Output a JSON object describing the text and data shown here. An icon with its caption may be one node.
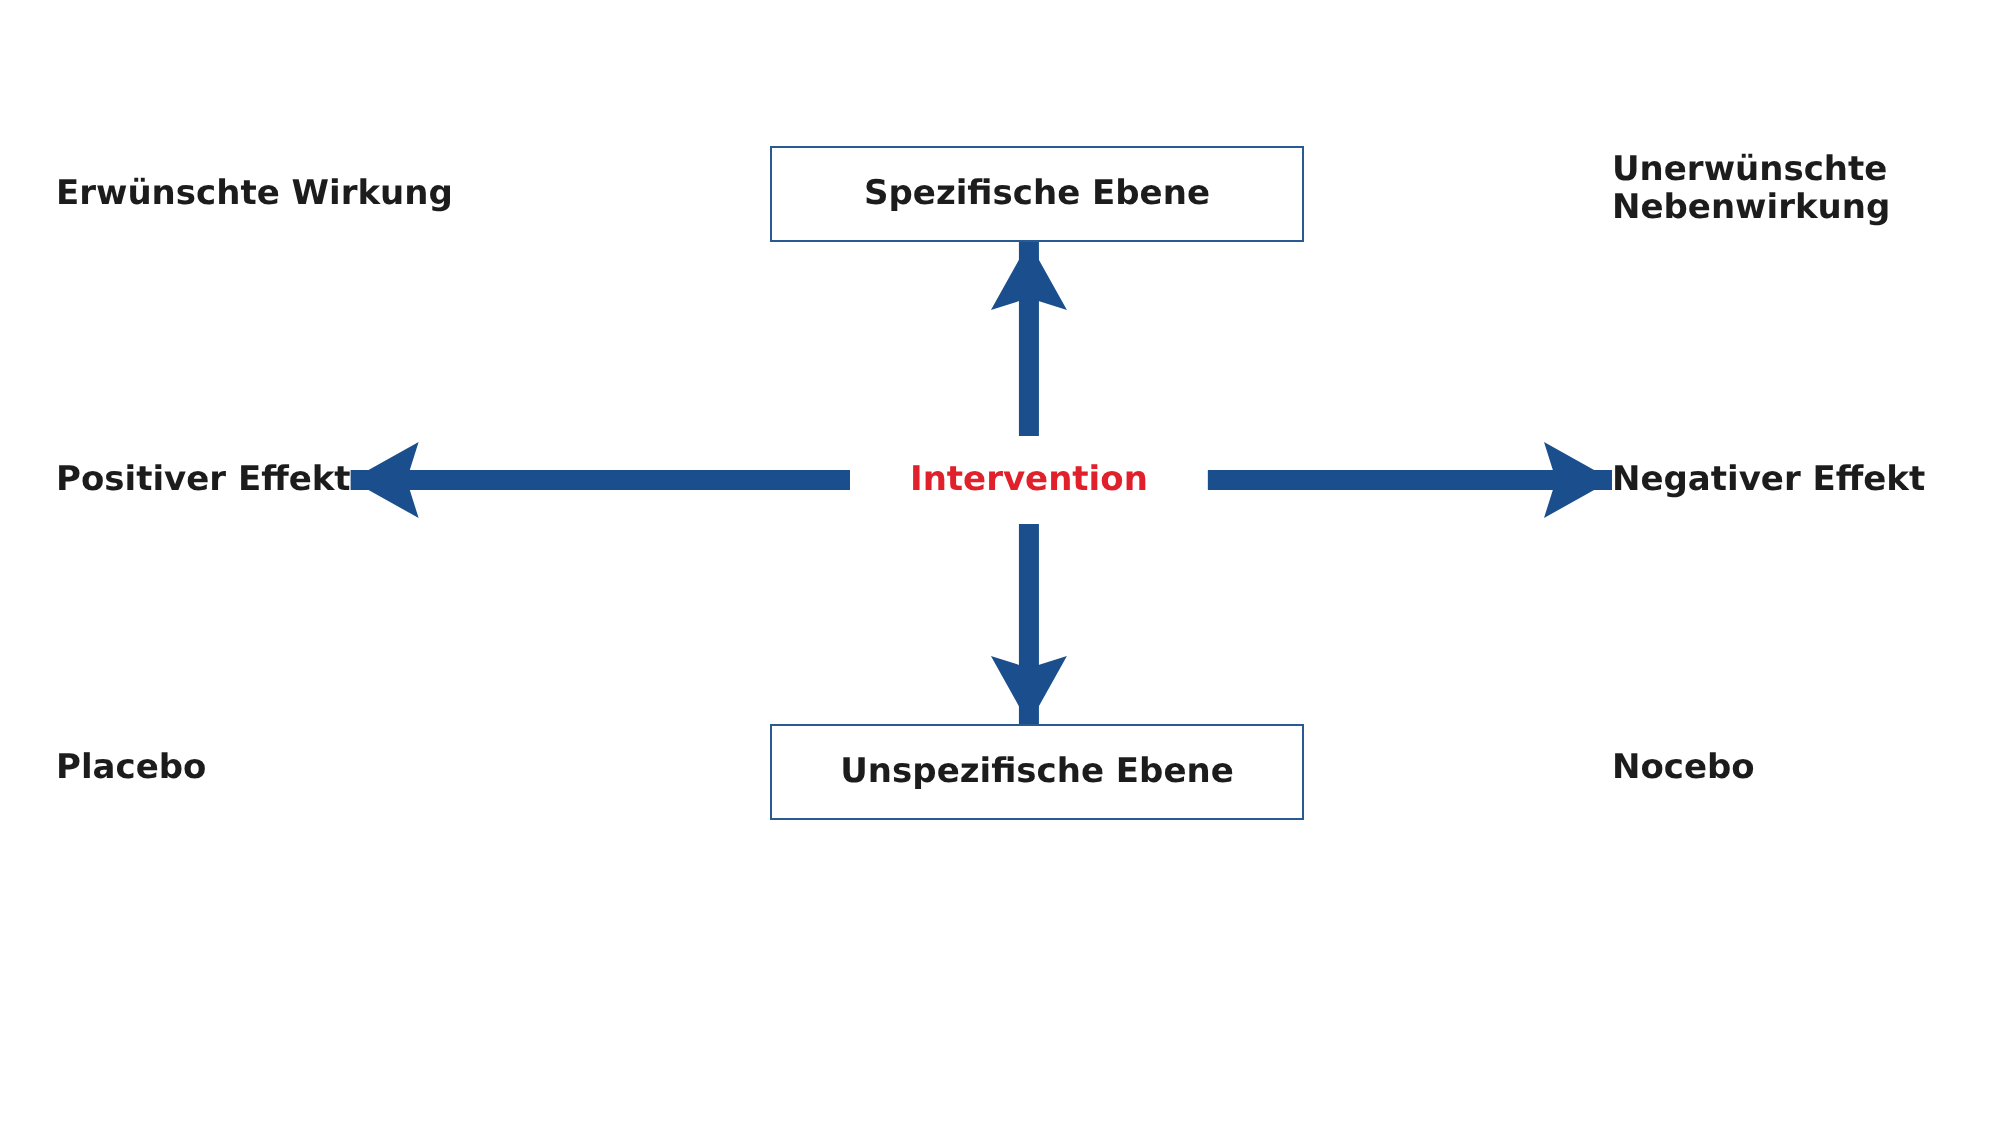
{
  "diagram": {
    "nodes": [
      {
        "text": [
          "Spezifische Ebene"
        ]
      },
      {
        "text": [
          "Unspezifische Ebene"
        ]
      },
      {
        "text": [
          "Intervention"
        ]
      },
      {
        "text": [
          "Positiver Effekt"
        ]
      },
      {
        "text": [
          "Negativer Effekt"
        ]
      }
    ],
    "edges": [
      {
        "from": 2,
        "to": 0,
        "arrow": "to"
      },
      {
        "from": 2,
        "to": 3,
        "arrow": "to"
      },
      {
        "from": 2,
        "to": 4,
        "arrow": "to"
      },
      {
        "from": 2,
        "to": 1,
        "arrow": "to"
      }
    ],
    "labels": [
      "Erwünschte Wirkung",
      "Unerwünschte Nebenwirkung",
      "Placebo",
      "Nocebo"
    ]
  }
}
